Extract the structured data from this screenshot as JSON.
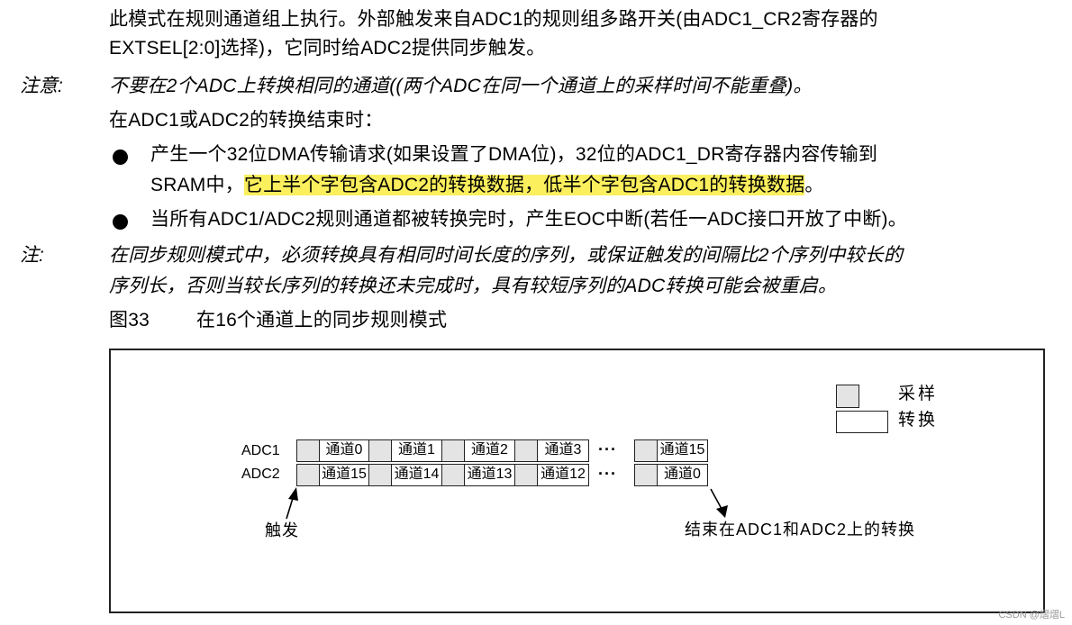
{
  "paragraph": {
    "line1_a": "此模式在规则通道组上执行。外部触发来自ADC1的规则组多路开关(由ADC1_CR2寄存器的",
    "line2": "EXTSEL[2:0]选择)，它同时给ADC2提供同步触发。"
  },
  "attention": {
    "label": "注意:",
    "text": "不要在2个ADC上转换相同的通道((两个ADC在同一个通道上的采样时间不能重叠)。"
  },
  "eoc_intro": "在ADC1或ADC2的转换结束时：",
  "bullets": [
    {
      "line1": "产生一个32位DMA传输请求(如果设置了DMA位)，32位的ADC1_DR寄存器内容传输到",
      "line2_prefix": "SRAM中，",
      "line2_highlight": "它上半个字包含ADC2的转换数据，低半个字包含ADC1的转换数据",
      "line2_suffix": "。"
    },
    {
      "line1": "当所有ADC1/ADC2规则通道都被转换完时，产生EOC中断(若任一ADC接口开放了中断)。"
    }
  ],
  "note": {
    "label": "注:",
    "line1": "在同步规则模式中，必须转换具有相同时间长度的序列，或保证触发的间隔比2个序列中较长的",
    "line2": "序列长，否则当较长序列的转换还未完成时，具有较短序列的ADC转换可能会被重启。"
  },
  "figure": {
    "number": "图33",
    "caption": "在16个通道上的同步规则模式",
    "legend": {
      "sample": "采样",
      "convert": "转换"
    },
    "rows": [
      {
        "label": "ADC1",
        "channels": [
          "通道0",
          "通道1",
          "通道2",
          "通道3"
        ],
        "last": "通道15"
      },
      {
        "label": "ADC2",
        "channels": [
          "通道15",
          "通道14",
          "通道13",
          "通道12"
        ],
        "last": "通道0"
      }
    ],
    "ellipsis": "···",
    "trigger_label": "触发",
    "end_label": "结束在ADC1和ADC2上的转换",
    "colors": {
      "sample_fill": "#e4e4e4",
      "convert_fill": "#ffffff",
      "highlight": "#fbef5d"
    }
  },
  "watermark": "CSDN @熠熠L"
}
